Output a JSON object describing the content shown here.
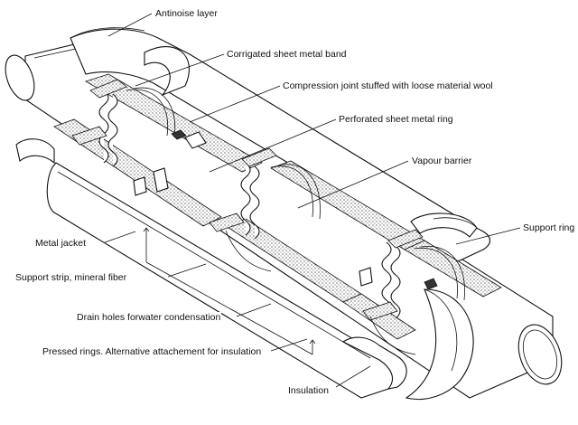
{
  "labels": {
    "antinoise_layer": "Antinoise layer",
    "corrugated_band": "Corrigated sheet metal band",
    "compression_joint": "Compression joint stuffed with loose material wool",
    "perforated_ring": "Perforated sheet metal ring",
    "vapour_barrier": "Vapour barrier",
    "support_ring": "Support ring",
    "metal_jacket": "Metal jacket",
    "support_strip": "Support strip, mineral fiber",
    "drain_holes": "Drain holes forwater condensation",
    "pressed_rings": "Pressed rings. Alternative attachement for insulation",
    "insulation": "Insulation"
  }
}
